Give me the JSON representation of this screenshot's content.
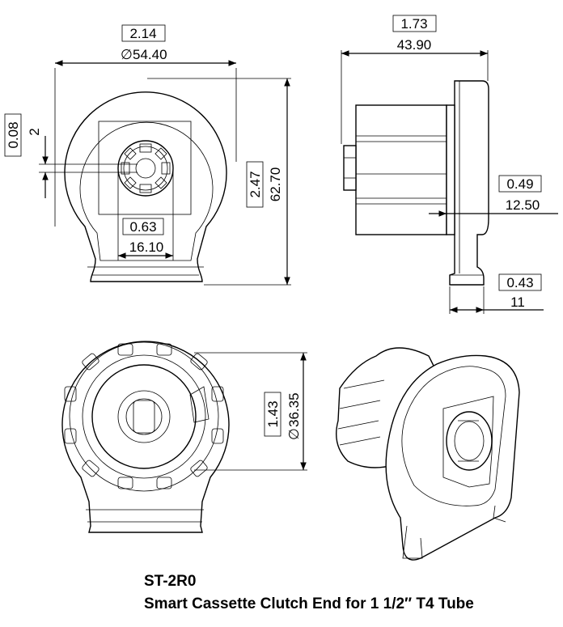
{
  "product": {
    "code": "ST-2R0",
    "description": "Smart Cassette Clutch End for 1 1/2″ T4 Tube"
  },
  "dimensions": {
    "overall_diameter": {
      "inch": "2.14",
      "mm": "54.40",
      "diameter_symbol": "∅"
    },
    "offset": {
      "inch": "0.08",
      "mm": "2"
    },
    "hub_width": {
      "inch": "0.63",
      "mm": "16.10"
    },
    "overall_height": {
      "inch": "2.47",
      "mm": "62.70"
    },
    "overall_depth": {
      "inch": "1.73",
      "mm": "43.90"
    },
    "flange_offset": {
      "inch": "0.49",
      "mm": "12.50"
    },
    "lip_depth": {
      "inch": "0.43",
      "mm": "11"
    },
    "drum_diameter": {
      "inch": "1.43",
      "mm": "36.35",
      "diameter_symbol": "∅"
    }
  }
}
